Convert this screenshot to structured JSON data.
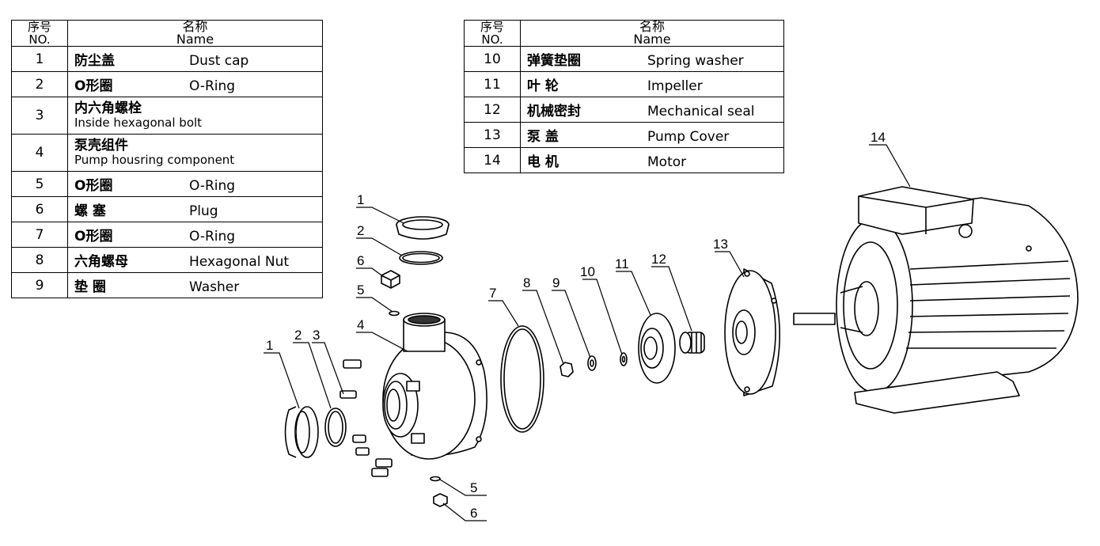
{
  "header": {
    "no_cn": "序号",
    "no_en": "NO.",
    "name_cn": "名称",
    "name_en": "Name"
  },
  "parts_left": [
    {
      "no": "1",
      "cn": "防尘盖",
      "en": "Dust cap"
    },
    {
      "no": "2",
      "cn": "O形圈",
      "en": "O-Ring"
    },
    {
      "no": "3",
      "cn": "内六角螺栓",
      "en": "Inside hexagonal bolt"
    },
    {
      "no": "4",
      "cn": "泵壳组件",
      "en": "Pump housring component"
    },
    {
      "no": "5",
      "cn": "O形圈",
      "en": "O-Ring"
    },
    {
      "no": "6",
      "cn": "螺 塞",
      "en": "Plug"
    },
    {
      "no": "7",
      "cn": "O形圈",
      "en": "O-Ring"
    },
    {
      "no": "8",
      "cn": "六角螺母",
      "en": "Hexagonal Nut"
    },
    {
      "no": "9",
      "cn": "垫 圈",
      "en": "Washer"
    }
  ],
  "parts_right": [
    {
      "no": "10",
      "cn": "弹簧垫圈",
      "en": "Spring washer"
    },
    {
      "no": "11",
      "cn": "叶 轮",
      "en": "Impeller"
    },
    {
      "no": "12",
      "cn": "机械密封",
      "en": "Mechanical seal"
    },
    {
      "no": "13",
      "cn": "泵 盖",
      "en": "Pump Cover"
    },
    {
      "no": "14",
      "cn": "电 机",
      "en": "Motor"
    }
  ],
  "callouts": {
    "c1_top": "1",
    "c2_top": "2",
    "c6_top": "6",
    "c5_top": "5",
    "c4": "4",
    "c1_left": "1",
    "c2_left": "2",
    "c3": "3",
    "c7": "7",
    "c8": "8",
    "c9": "9",
    "c10": "10",
    "c11": "11",
    "c12": "12",
    "c13": "13",
    "c14": "14",
    "c5_bottom": "5",
    "c6_bottom": "6"
  }
}
